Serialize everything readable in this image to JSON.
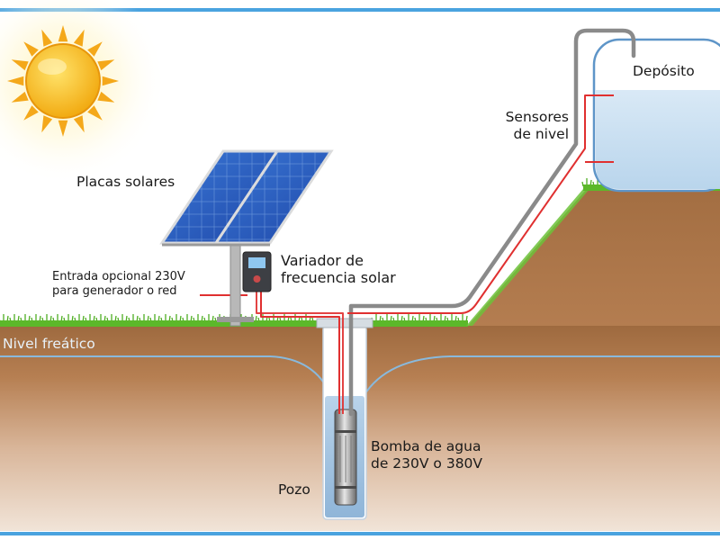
{
  "labels": {
    "solar_panels": "Placas solares",
    "inverter_line1": "Variador de",
    "inverter_line2": "frecuencia solar",
    "optional_input_line1": "Entrada opcional 230V",
    "optional_input_line2": "para generador o red",
    "water_table": "Nivel freático",
    "level_sensors_line1": "Sensores",
    "level_sensors_line2": "de nivel",
    "tank": "Depósito",
    "pump_line1": "Bomba de agua",
    "pump_line2": "de 230V o 380V",
    "well": "Pozo"
  },
  "colors": {
    "sky_blue": "#4aa3df",
    "sun": "#f6c21c",
    "soil": "#b07a4e",
    "grass": "#5cb82a",
    "water": "#cfe3f3",
    "pipe": "#8a8a8a",
    "cable": "#e03030",
    "panel": "#2f5fbf"
  }
}
